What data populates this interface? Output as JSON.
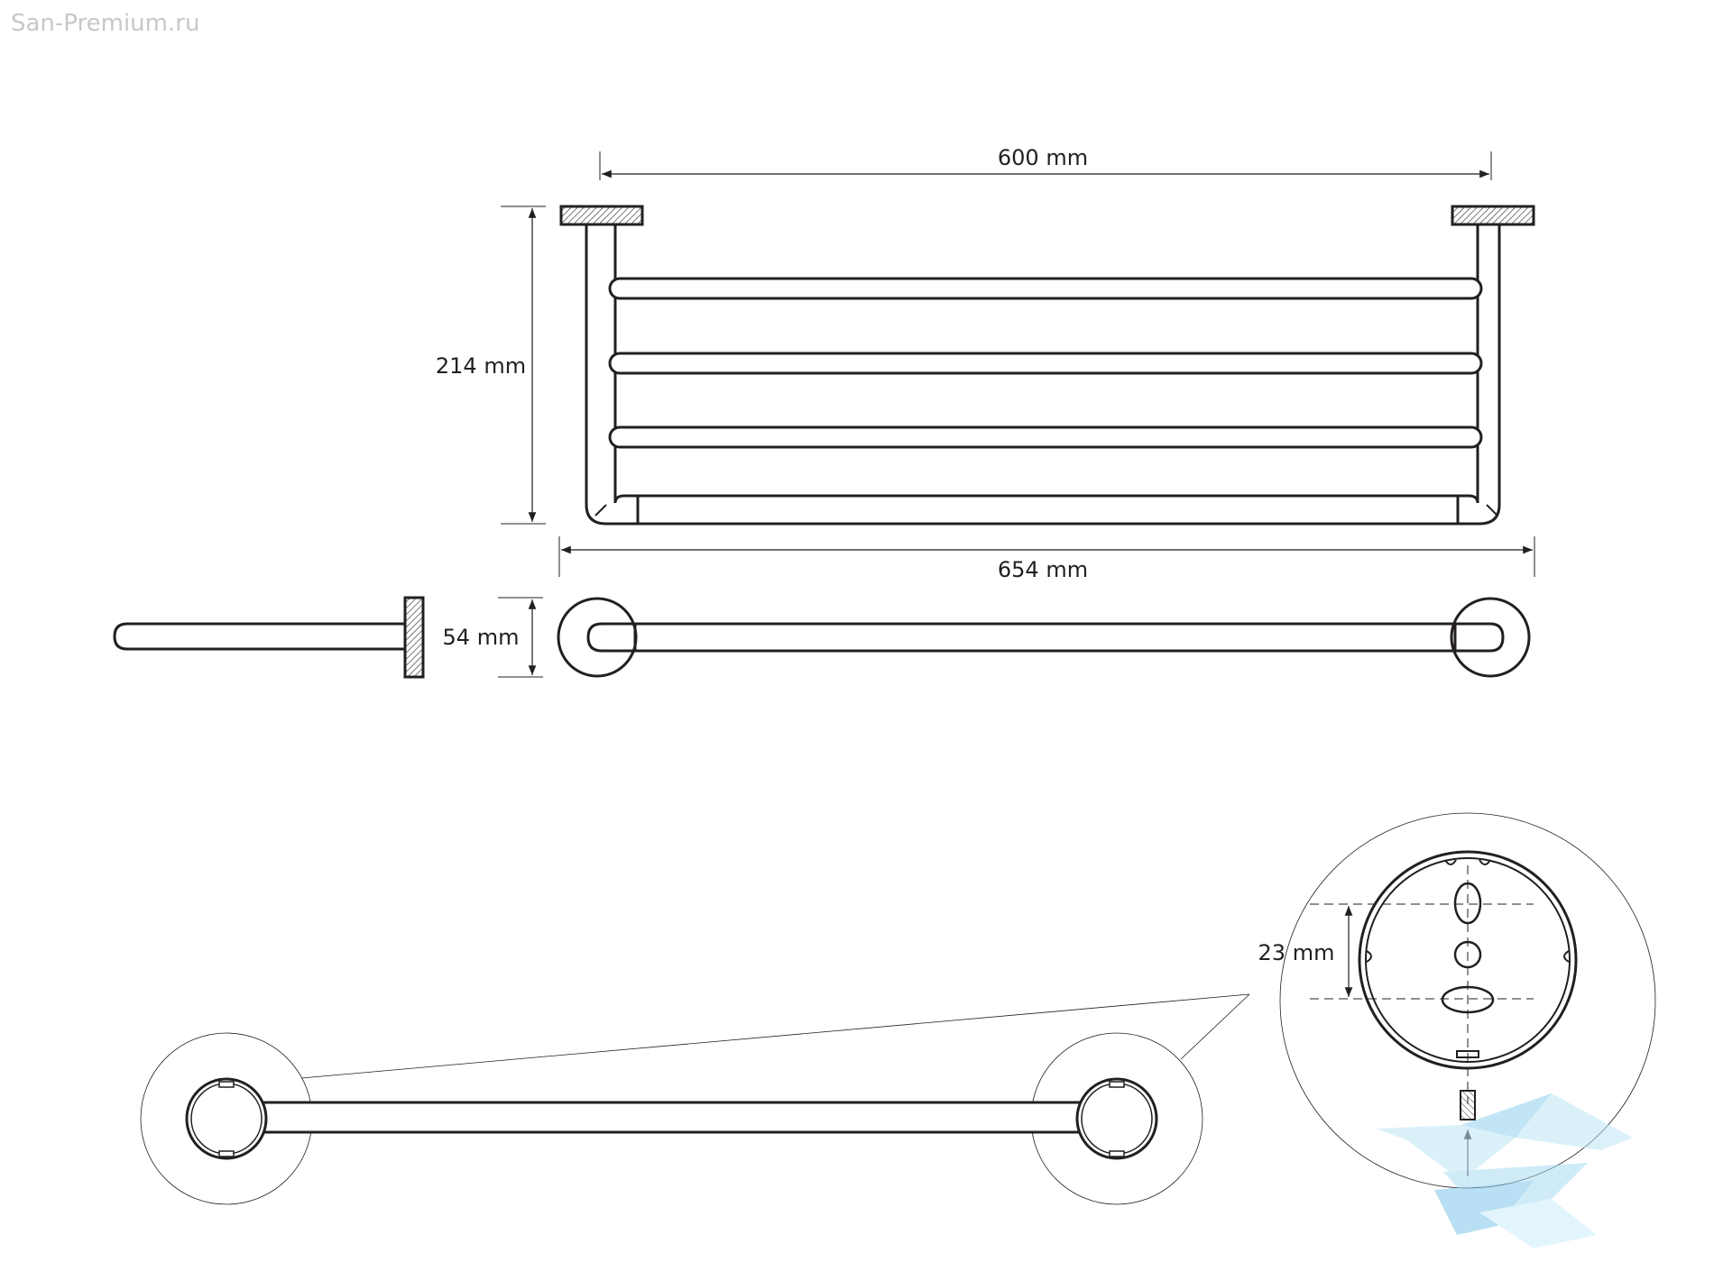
{
  "watermark": {
    "text": "San-Premium.ru"
  },
  "dimensions": {
    "width_inner": "600 mm",
    "width_total": "654 mm",
    "height": "214 mm",
    "depth": "54 mm",
    "hole_spacing": "23 mm"
  },
  "colors": {
    "line": "#231f20",
    "hatch": "#8a8a8a",
    "watermark_logo": "#8fd0ee"
  }
}
